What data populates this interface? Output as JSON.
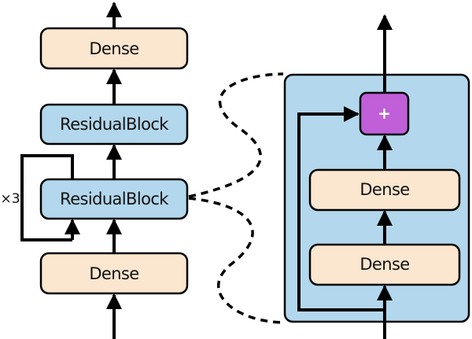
{
  "colors": {
    "dense_fill": "#fbe6cf",
    "residual_fill": "#b3d7ec",
    "panel_fill": "#b3d7ec",
    "add_fill": "#c05fd8",
    "stroke": "#000000"
  },
  "left_stack": {
    "top_dense_label": "Dense",
    "residual_block_top_label": "ResidualBlock",
    "residual_block_bottom_label": "ResidualBlock",
    "bottom_dense_label": "Dense",
    "repeat_label": "×3"
  },
  "residual_detail": {
    "add_label": "+",
    "dense_upper_label": "Dense",
    "dense_lower_label": "Dense"
  },
  "icons": {
    "add": "plus-icon",
    "arrows": "arrow-up-icon"
  }
}
